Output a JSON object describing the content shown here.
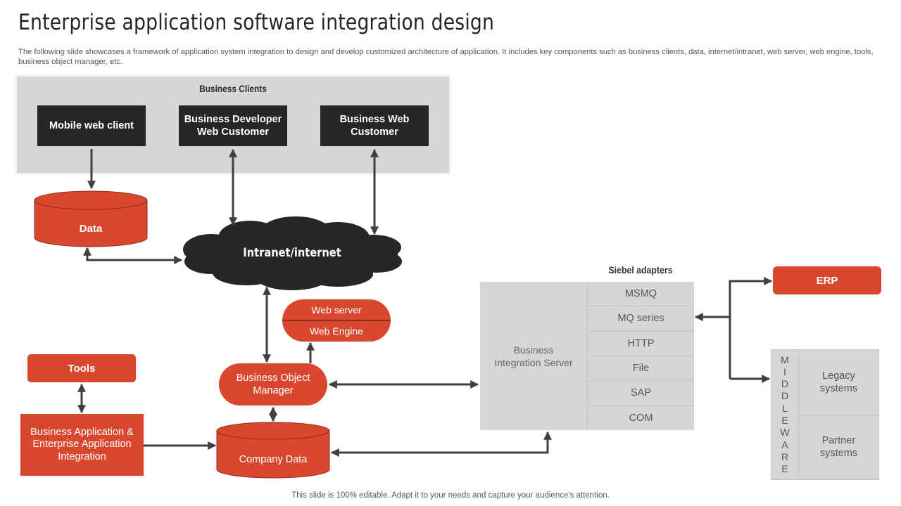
{
  "header": {
    "title": "Enterprise application software integration design",
    "subtitle": "The following slide showcases a framework of application system integration to design and develop customized architecture of application. It includes key components such as business clients, data, internet/intranet, web server, web engine, tools, business object manager, etc."
  },
  "colors": {
    "accent": "#d9482e",
    "dark": "#262626",
    "panel": "#d6d6d6",
    "arrow": "#404040"
  },
  "business_clients": {
    "heading": "Business Clients",
    "clients": [
      {
        "label": "Mobile web client"
      },
      {
        "label": "Business Developer Web Customer"
      },
      {
        "label": "Business Web Customer"
      }
    ]
  },
  "data_store": {
    "label": "Data"
  },
  "network": {
    "label": "Intranet/internet"
  },
  "web": {
    "server_label": "Web server",
    "engine_label": "Web Engine"
  },
  "tools": {
    "label": "Tools"
  },
  "business_app": {
    "label": "Business Application & Enterprise Application Integration"
  },
  "bom": {
    "label": "Business Object Manager"
  },
  "company_data": {
    "label": "Company Data"
  },
  "siebel": {
    "heading": "Siebel adapters",
    "server_label": "Business Integration Server",
    "adapters": [
      "MSMQ",
      "MQ series",
      "HTTP",
      "File",
      "SAP",
      "COM"
    ]
  },
  "erp": {
    "label": "ERP"
  },
  "middleware": {
    "letters": [
      "M",
      "I",
      "D",
      "D",
      "L",
      "E",
      "W",
      "A",
      "R",
      "E"
    ],
    "systems": [
      "Legacy systems",
      "Partner systems"
    ]
  },
  "footer": {
    "text": "This slide is 100% editable. Adapt it to your needs and capture your audience's attention."
  }
}
